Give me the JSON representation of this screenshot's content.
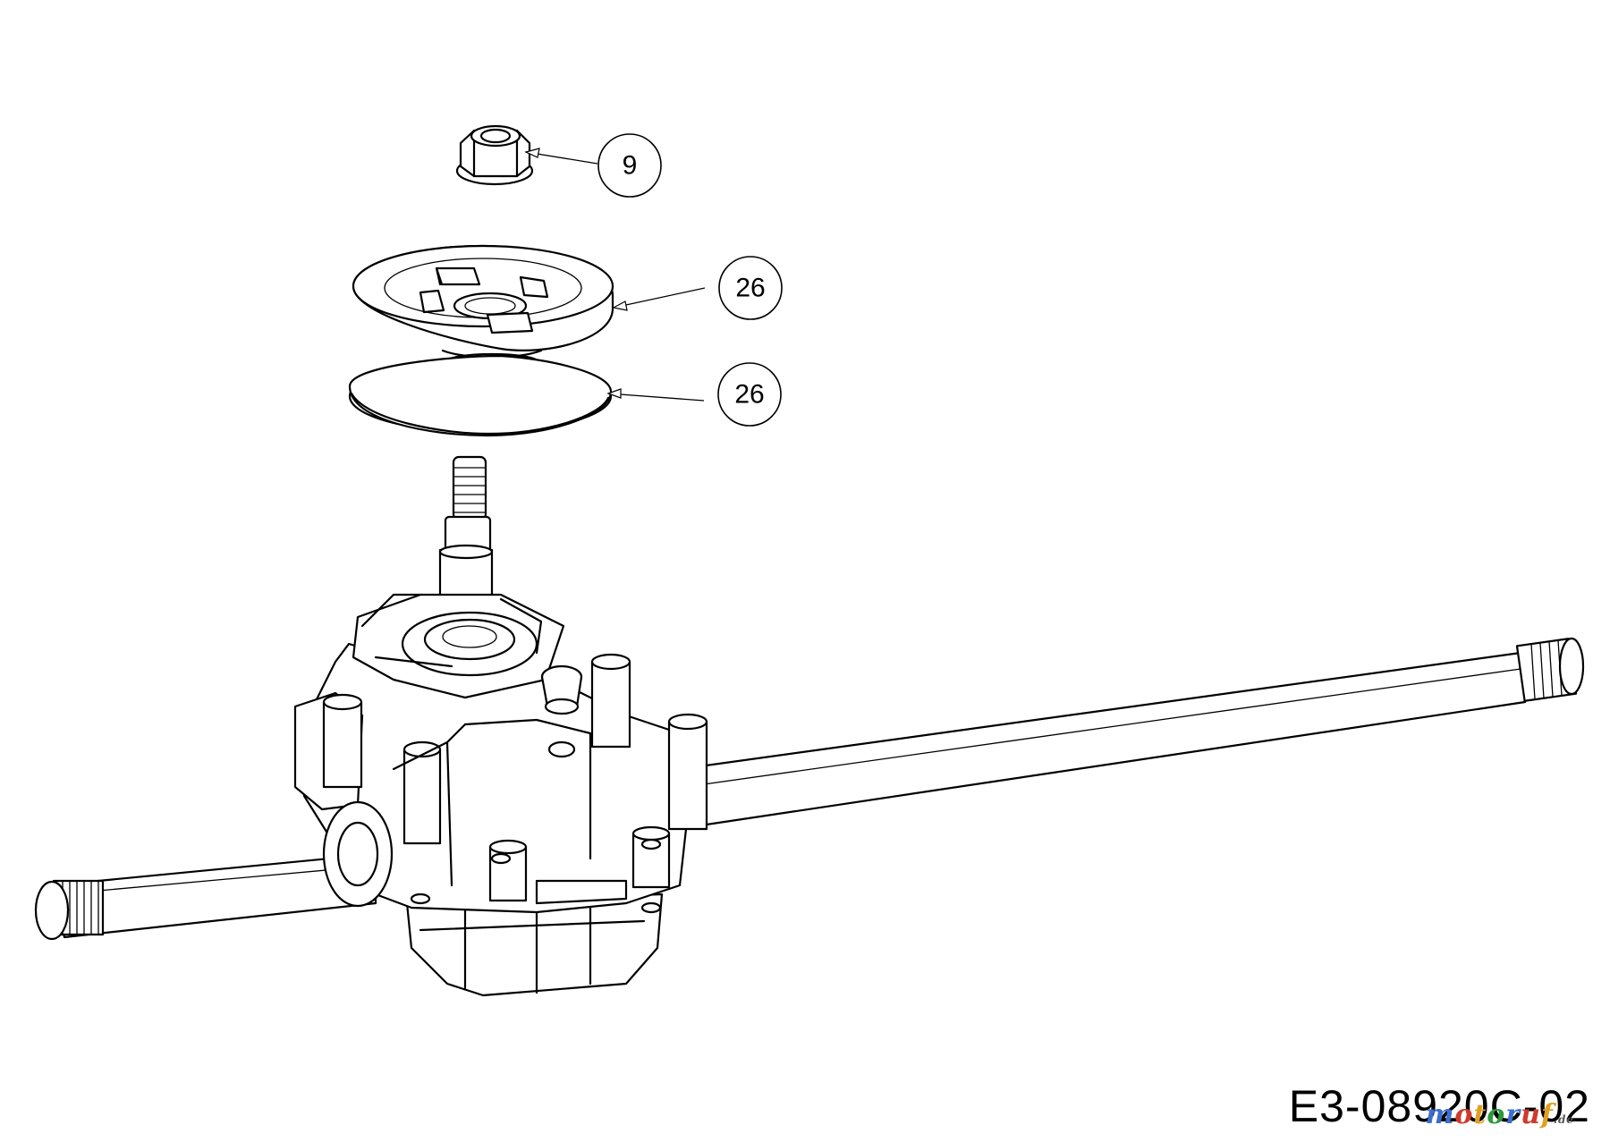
{
  "callouts": [
    {
      "id": "nut",
      "label": "9"
    },
    {
      "id": "pulley-upper",
      "label": "26"
    },
    {
      "id": "pulley-lower",
      "label": "26"
    }
  ],
  "drawing_number": "E3-08920C-02",
  "watermark": {
    "text": "motoruf",
    "suffix": ".de",
    "letter_colors": [
      "#3a6fd0",
      "#d03a2a",
      "#e0a020",
      "#2d9a3a",
      "#3a6fd0",
      "#d03a2a",
      "#e0a020"
    ]
  }
}
